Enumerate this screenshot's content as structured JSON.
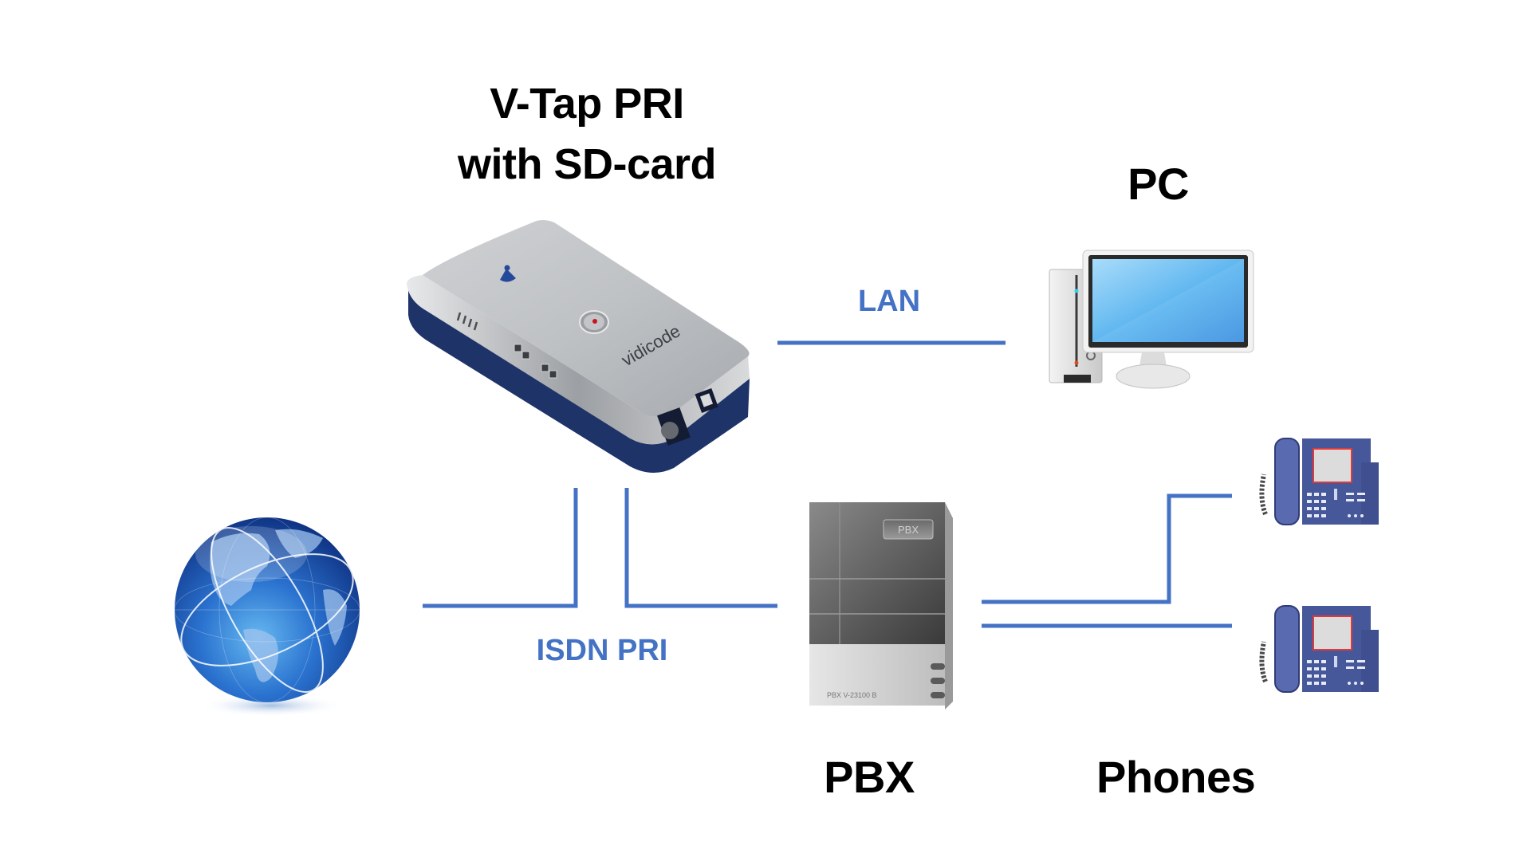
{
  "diagram": {
    "title_line1": "V-Tap PRI",
    "title_line2": "with SD-card",
    "accent_color": "#4472C4",
    "nodes": {
      "vtap": {
        "label": "V-Tap PRI with SD-card",
        "brand": "vidicode",
        "icon": "vtap-device-icon"
      },
      "pc": {
        "label": "PC",
        "icon": "desktop-computer-icon"
      },
      "pbx": {
        "label": "PBX",
        "badge": "PBX",
        "model": "PBX V-23100 B",
        "icon": "pbx-server-icon"
      },
      "phones": {
        "label": "Phones",
        "icon": "desk-phone-icon",
        "count": 2
      },
      "internet": {
        "icon": "globe-icon"
      }
    },
    "connections": {
      "lan": {
        "label": "LAN",
        "from": "vtap",
        "to": "pc"
      },
      "isdn": {
        "label": "ISDN PRI",
        "from": "internet",
        "to": "pbx",
        "via": "vtap"
      },
      "phone_lines": [
        {
          "from": "pbx",
          "to": "phone-1"
        },
        {
          "from": "pbx",
          "to": "phone-2"
        }
      ]
    }
  }
}
